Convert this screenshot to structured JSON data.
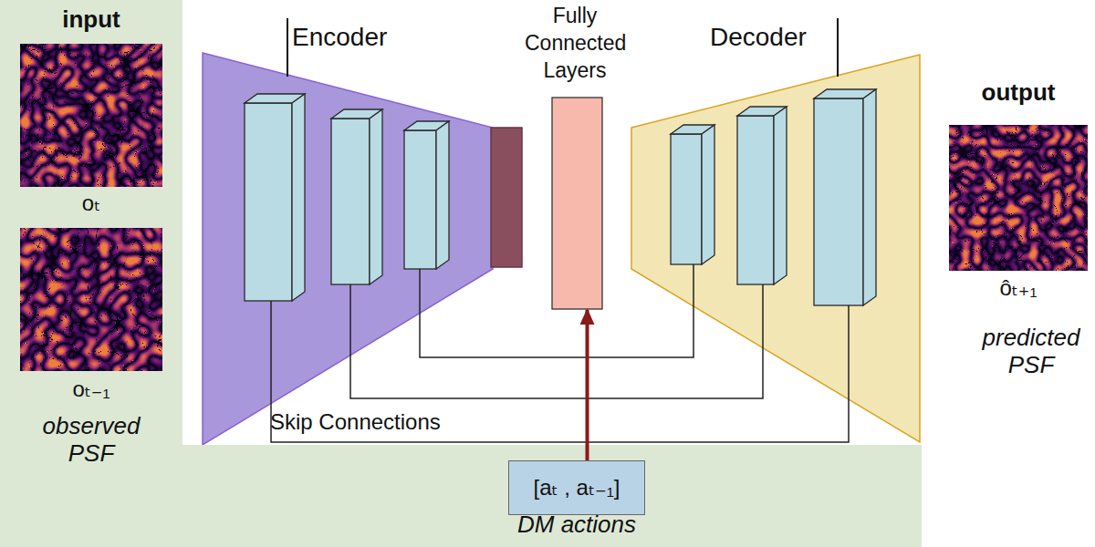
{
  "diagram": {
    "nodes": [
      {
        "text": [
          "input",
          "observed PSF"
        ]
      },
      {
        "text": [
          "oₜ"
        ],
        "in": 0
      },
      {
        "text": [
          "oₜ₋₁"
        ],
        "in": 0
      },
      {
        "text": [
          "Encoder"
        ]
      },
      {
        "text": [
          "Fully Connected Layers"
        ]
      },
      {
        "text": [
          "Decoder"
        ]
      },
      {
        "text": [
          "ôₜ₊₁"
        ]
      },
      {
        "text": [
          "DM actions"
        ]
      },
      {
        "text": [
          "[aₜ , aₜ₋₁]"
        ],
        "in": 7
      }
    ],
    "edges": [
      {
        "from": 8,
        "to": 4,
        "arrow": "to"
      }
    ],
    "labels": [
      "output",
      "predicted PSF",
      "Skip Connections"
    ]
  }
}
